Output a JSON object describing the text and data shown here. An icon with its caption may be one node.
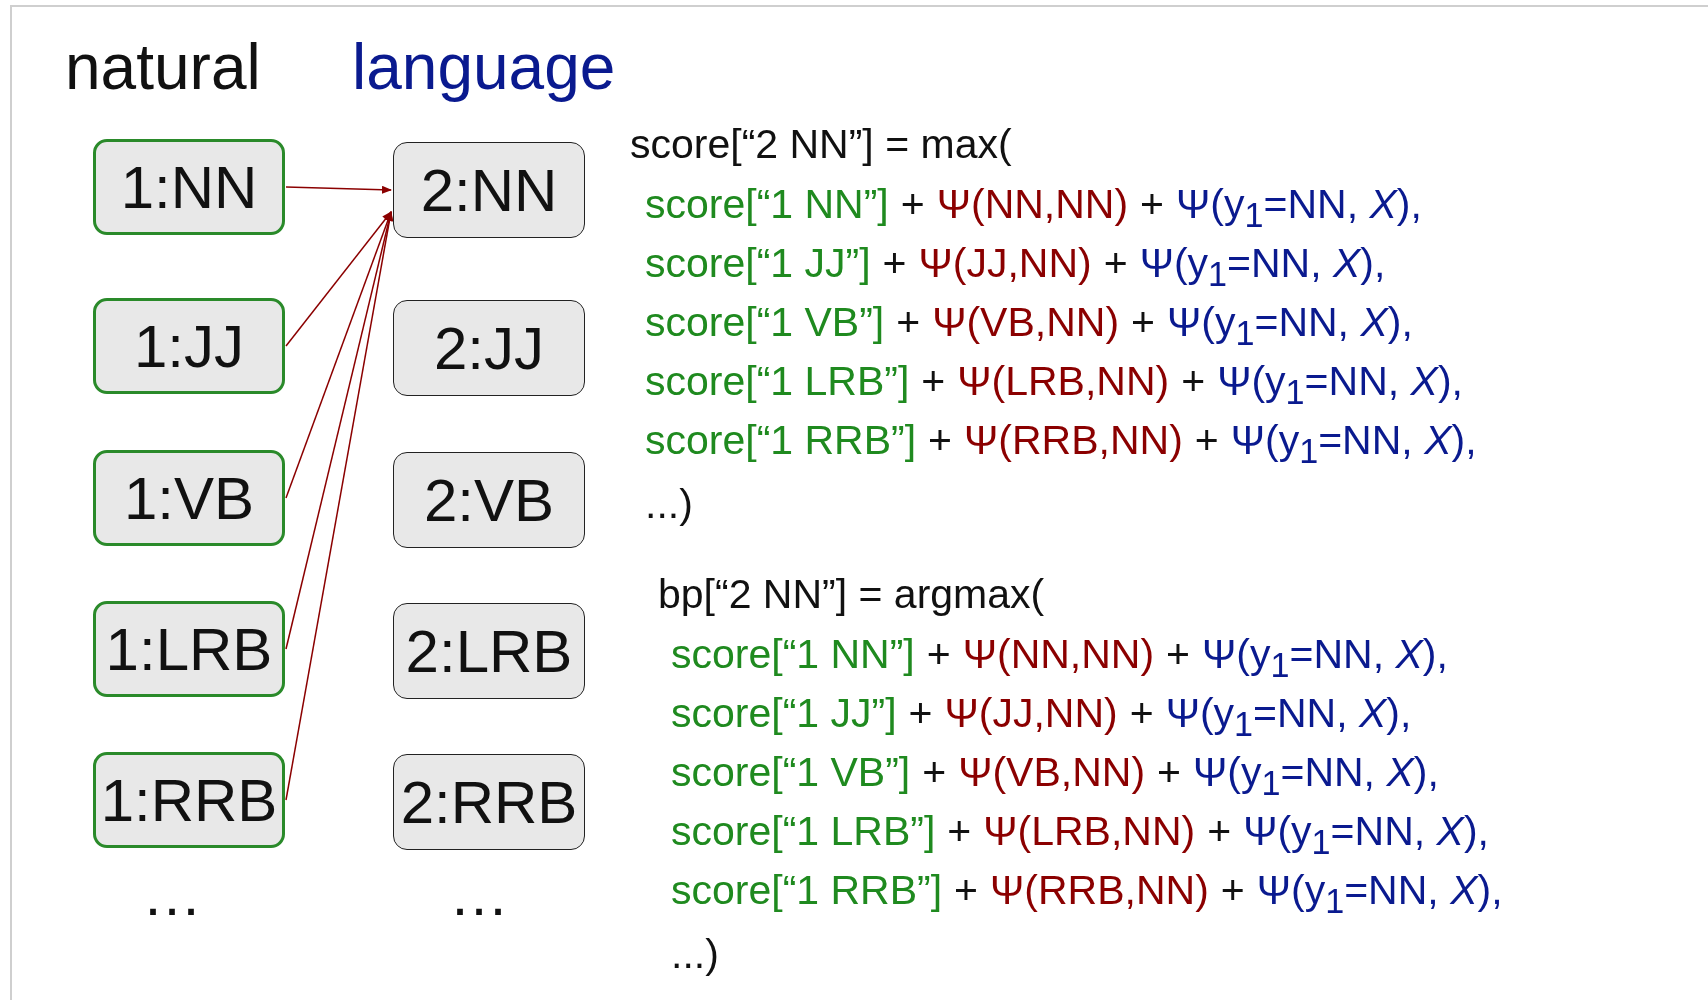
{
  "diagram": {
    "nodes": [
      {
        "text": [
          "1:NN"
        ]
      },
      {
        "text": [
          "1:JJ"
        ]
      },
      {
        "text": [
          "1:VB"
        ]
      },
      {
        "text": [
          "1:LRB"
        ]
      },
      {
        "text": [
          "1:RRB"
        ]
      },
      {
        "text": [
          "2:NN"
        ]
      },
      {
        "text": [
          "2:JJ"
        ]
      },
      {
        "text": [
          "2:VB"
        ]
      },
      {
        "text": [
          "2:LRB"
        ]
      },
      {
        "text": [
          "2:RRB"
        ]
      }
    ],
    "edges": [
      {
        "from": 0,
        "to": 5,
        "arrow": "to"
      },
      {
        "from": 1,
        "to": 5,
        "arrow": "to"
      },
      {
        "from": 2,
        "to": 5,
        "arrow": "to"
      },
      {
        "from": 3,
        "to": 5,
        "arrow": "to"
      },
      {
        "from": 4,
        "to": 5,
        "arrow": "to"
      }
    ],
    "labels": [
      "natural",
      "language",
      "score[“2 NN”] = max(",
      "score[“1 NN”]",
      "+",
      "Ψ(NN,NN)",
      "+",
      "Ψ(y$_{1}$=NN, *X*),",
      "score[“1 JJ”]",
      "+",
      "Ψ(JJ,NN)",
      "+",
      "Ψ(y$_{1}$=NN, *X*),",
      "score[“1 VB”]",
      "+",
      "Ψ(VB,NN)",
      "+",
      "Ψ(y$_{1}$=NN, *X*),",
      "score[“1 LRB”]",
      "+",
      "Ψ(LRB,NN)",
      "+",
      "Ψ(y$_{1}$=NN, *X*),",
      "score[“1 RRB”]",
      "+",
      "Ψ(RRB,NN)",
      "+",
      "Ψ(y$_{1}$=NN, *X*),",
      "...)",
      "bp[“2 NN”] = argmax(",
      "score[“1 NN”]",
      "+",
      "Ψ(NN,NN)",
      "+",
      "Ψ(y$_{1}$=NN, *X*),",
      "score[“1 JJ”]",
      "+",
      "Ψ(JJ,NN)",
      "+",
      "Ψ(y$_{1}$=NN, *X*),",
      "score[“1 VB”]",
      "+",
      "Ψ(VB,NN)",
      "+",
      "Ψ(y$_{1}$=NN, *X*),",
      "score[“1 LRB”]",
      "+",
      "Ψ(LRB,NN)",
      "+",
      "Ψ(y$_{1}$=NN, *X*),",
      "score[“1 RRB”]",
      "+",
      "Ψ(RRB,NN)",
      "+",
      "Ψ(y$_{1}$=NN, *X*),",
      "...)",
      "…",
      "…"
    ]
  }
}
